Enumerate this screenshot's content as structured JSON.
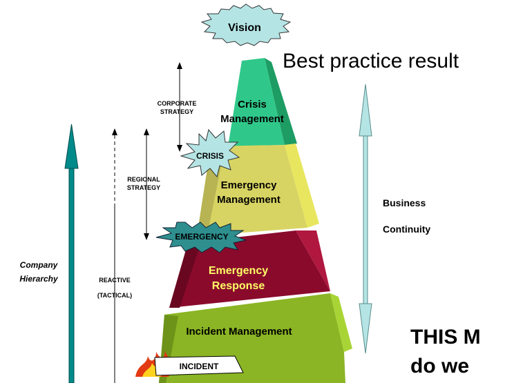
{
  "vision_label": "Vision",
  "headline": "Best practice result",
  "pyramid_levels": {
    "crisis_management": [
      "Crisis",
      "Management"
    ],
    "emergency_management": [
      "Emergency",
      "Management"
    ],
    "emergency_response": [
      "Emergency",
      "Response"
    ],
    "incident_management": "Incident Management"
  },
  "burst_labels": {
    "crisis": "CRISIS",
    "emergency": "EMERGENCY",
    "incident": "INCIDENT"
  },
  "strategy_labels": {
    "corporate": [
      "CORPORATE",
      "STRATEGY"
    ],
    "regional": [
      "REGIONAL",
      "STRATEGY"
    ],
    "reactive": [
      "REACTIVE",
      "(TACTICAL)"
    ]
  },
  "company_hierarchy": [
    "Company",
    "Hierarchy"
  ],
  "business_continuity": [
    "Business",
    "Continuity"
  ],
  "bottom_text": [
    "THIS M",
    "do we"
  ],
  "colors": {
    "crisis_mgmt": "#2fc88a",
    "emergency_mgmt": "#d8d463",
    "emergency_response": "#8a0a2c",
    "emergency_response_text": "#ffff66",
    "incident_mgmt": "#8bb524",
    "hierarchy_arrow": "#008a8a",
    "continuity_arrow": "#b5e4e4",
    "burst_fill": "#b5e4e4",
    "emergency_burst": "#2f8f8f"
  }
}
